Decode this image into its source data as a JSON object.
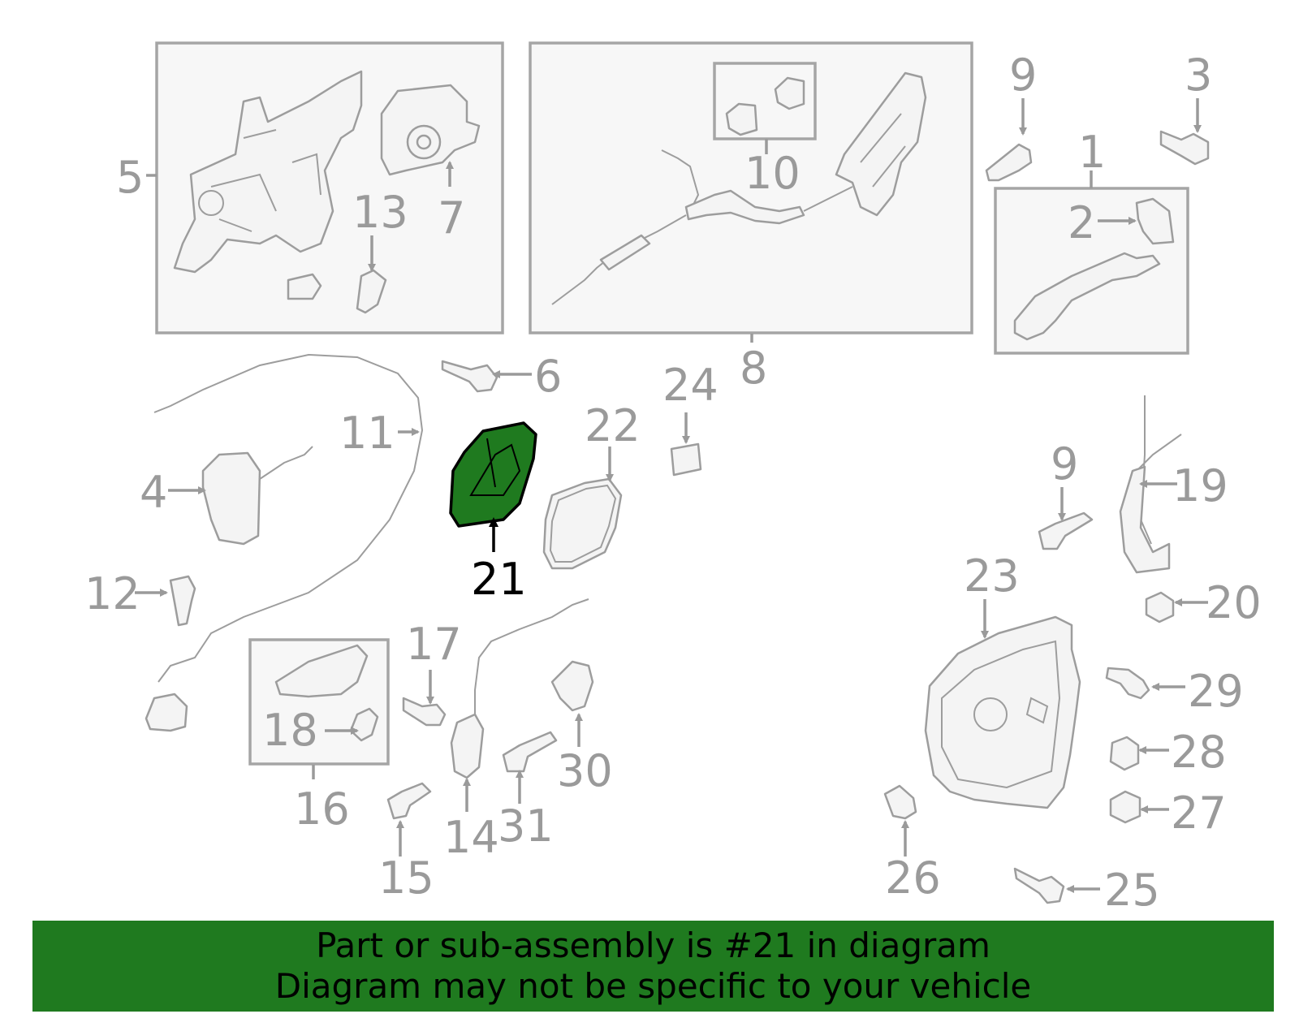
{
  "colors": {
    "banner": "#1f7a1f",
    "highlight_part": "#1f7a1f",
    "label": "#9a9a9a",
    "line": "#a5a5a5",
    "selected_label": "#000000"
  },
  "selected_part": "21",
  "labels": {
    "p1": "1",
    "p2": "2",
    "p3": "3",
    "p4": "4",
    "p5": "5",
    "p6": "6",
    "p7": "7",
    "p8": "8",
    "p9a": "9",
    "p9b": "9",
    "p10": "10",
    "p11": "11",
    "p12": "12",
    "p13": "13",
    "p14": "14",
    "p15": "15",
    "p16": "16",
    "p17": "17",
    "p18": "18",
    "p19": "19",
    "p20": "20",
    "p21": "21",
    "p22": "22",
    "p23": "23",
    "p24": "24",
    "p25": "25",
    "p26": "26",
    "p27": "27",
    "p28": "28",
    "p29": "29",
    "p30": "30",
    "p31": "31"
  },
  "banner": {
    "line1": "Part or sub-assembly is #21 in diagram",
    "line2": "Diagram may not be specific to your vehicle"
  }
}
